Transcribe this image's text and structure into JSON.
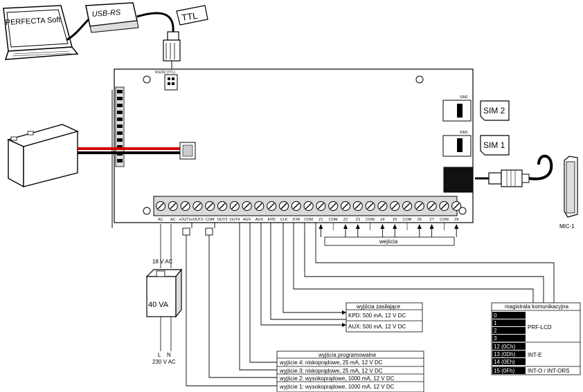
{
  "laptop": {
    "label": "PERFECTA Soft"
  },
  "converter": {
    "label": "USB-RS"
  },
  "cable_tag": {
    "label": "TTL"
  },
  "board": {
    "rs232_label": "RS232 (TTL)",
    "sim2_small": "SIM2",
    "sim1_small": "SIM1"
  },
  "sim_cards": {
    "sim2": "SIM 2",
    "sim1": "SIM 1"
  },
  "microphone": {
    "label": "MIC-1"
  },
  "terminals": [
    "AC",
    "AC",
    "+OUT1-",
    "+OUT2-",
    "COM",
    "OUT3",
    "OUT4",
    "AUX",
    "AUX",
    "KPD",
    "CLK",
    "DTA",
    "COM",
    "Z1",
    "COM",
    "Z2",
    "Z3",
    "COM",
    "Z4",
    "Z5",
    "COM",
    "Z6",
    "Z7",
    "COM",
    "Z8"
  ],
  "inputs_box": {
    "label": "wejścia"
  },
  "transformer": {
    "secondary": "18 V AC",
    "rating": "40 VA",
    "primary_terminals": "L    N",
    "primary_voltage": "230 V AC"
  },
  "power_outputs": {
    "title": "wyjścia zasilające",
    "rows": [
      "KPD: 500 mA, 12 V DC",
      "AUX: 500 mA, 12 V DC"
    ]
  },
  "prog_outputs": {
    "title": "wyjścia programowalne",
    "rows": [
      "wyjście 4: niskoprądowe, 25 mA, 12 V DC",
      "wyjście 3: niskoprądowe, 25 mA, 12 V DC",
      "wyjście 2: wysokoprądowe, 1000 mA, 12 V DC",
      "wyjście 1: wysokoprądowe, 1000 mA, 12 V DC"
    ]
  },
  "bus": {
    "title": "magistrala komunikacyjna",
    "addresses": [
      "0",
      "1",
      "2",
      "3",
      "12 (0Ch)",
      "13 (0Dh)",
      "14 (0Eh)",
      "15 (0Fh)"
    ],
    "groups": {
      "prf_lcd": "PRF-LCD",
      "int_e": "INT-E",
      "int_o": "INT-O / INT-ORS"
    },
    "cell_fill": "#000000",
    "cell_text_fill": "#ffffff"
  }
}
